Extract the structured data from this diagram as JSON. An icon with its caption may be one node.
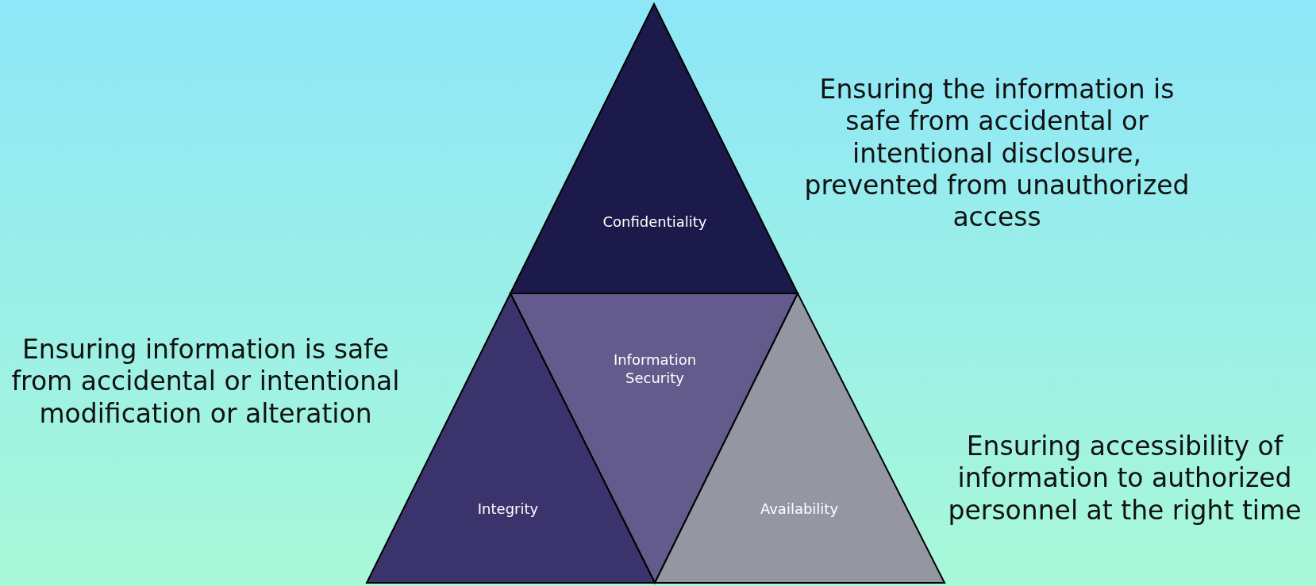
{
  "diagram": {
    "nodes": [
      {
        "text": [
          "Confidentiality"
        ],
        "beside": [
          "Ensuring the information is safe from accidental or intentional disclosure, prevented from unauthorized access"
        ]
      },
      {
        "text": [
          "Information Security"
        ]
      },
      {
        "text": [
          "Integrity"
        ],
        "beside": [
          "Ensuring information is safe from accidental or intentional modification or alteration"
        ]
      },
      {
        "text": [
          "Availability"
        ],
        "beside": [
          "Ensuring accessibility of information to authorized personnel at the right time"
        ]
      }
    ]
  }
}
